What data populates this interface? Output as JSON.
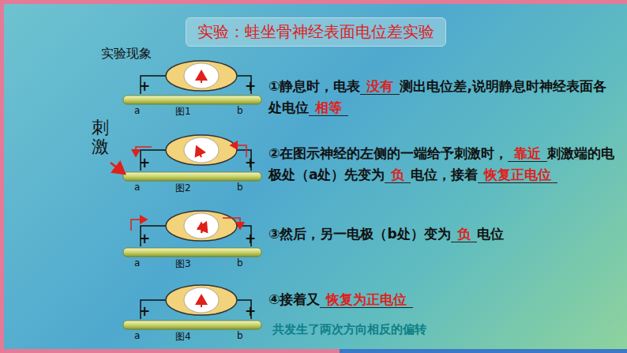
{
  "diagram": {
    "nodes": [
      {
        "text": [
          "实验：蛙坐骨神经表面电位差实验"
        ]
      }
    ],
    "labels": [
      "实验现象",
      "+",
      "+",
      "a",
      "图1",
      "b",
      "刺激",
      "+",
      "+",
      "a",
      "图2",
      "b",
      "+",
      "+",
      "a",
      "图3",
      "b",
      "+",
      "+",
      "a",
      "图4",
      "b",
      "①静息时，电表",
      "没有",
      "测出电位差,说明静息时神经表面各处电位",
      "相等",
      "②在图示神经的左侧的一端给予刺激时，",
      "靠近",
      "刺激端的电极处（a处）先变为",
      "负",
      "电位，接着",
      "恢复正电位",
      "③然后，另一电极（b处）变为",
      "负",
      "电位",
      "④接着又",
      "恢复为正电位",
      "共发生了两次方向相反的偏转"
    ]
  }
}
